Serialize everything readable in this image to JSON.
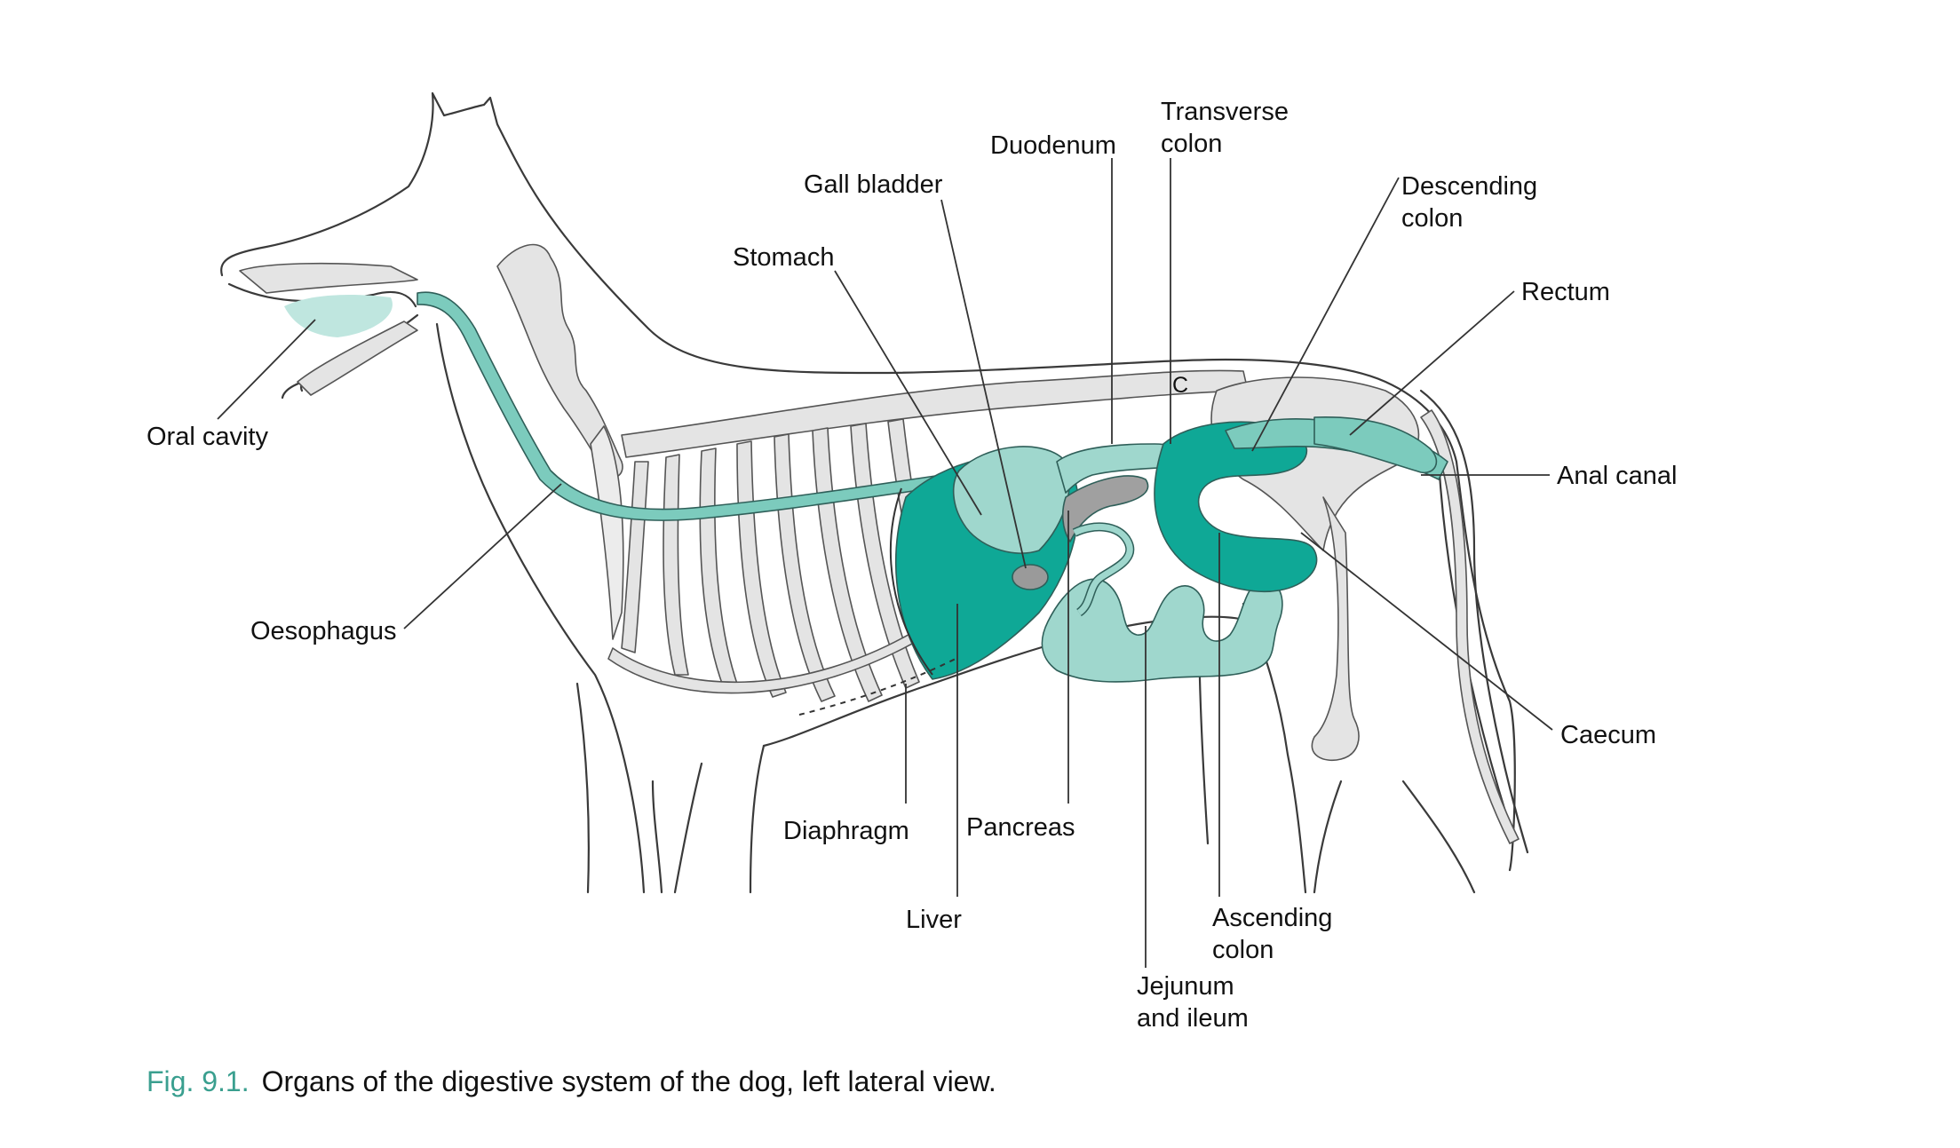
{
  "labels": {
    "oral_cavity": "Oral cavity",
    "oesophagus": "Oesophagus",
    "stomach": "Stomach",
    "gall_bladder": "Gall bladder",
    "duodenum": "Duodenum",
    "transverse_colon": [
      "Transverse",
      "colon"
    ],
    "descending_colon": [
      "Descending",
      "colon"
    ],
    "rectum": "Rectum",
    "anal_canal": "Anal canal",
    "caecum": "Caecum",
    "diaphragm": "Diaphragm",
    "pancreas": "Pancreas",
    "liver": "Liver",
    "ascending_colon": [
      "Ascending",
      "colon"
    ],
    "jejunum_ileum": [
      "Jejunum",
      "and ileum"
    ],
    "c_marker": "C"
  },
  "caption": {
    "number": "Fig. 9.1.",
    "text": "Organs of the digestive system of the dog, left lateral view."
  },
  "colors": {
    "organ_dark": "#0fa896",
    "organ_light": "#9fd7cd",
    "bone": "#e4e4e4",
    "outline": "#333333",
    "caption_accent": "#3a9f8f"
  }
}
